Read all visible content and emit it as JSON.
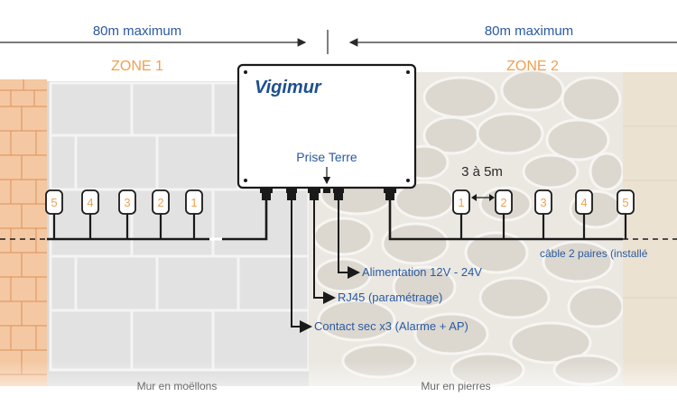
{
  "header": {
    "left_distance": "80m maximum",
    "right_distance": "80m maximum"
  },
  "zones": {
    "zone1": "ZONE 1",
    "zone2": "ZONE 2"
  },
  "box": {
    "brand": "Vigimur",
    "earth_label": "Prise Terre"
  },
  "spacing_label": "3 à 5m",
  "sensors": {
    "left": [
      "5",
      "4",
      "3",
      "2",
      "1"
    ],
    "right": [
      "1",
      "2",
      "3",
      "4",
      "5"
    ]
  },
  "connections": {
    "power": "Alimentation 12V - 24V",
    "rj45": "RJ45 (paramétrage)",
    "contact": "Contact sec x3 (Alarme + AP)"
  },
  "cable_label": "câble 2 paires (installé",
  "walls": {
    "left": "Mur en moëllons",
    "right": "Mur en pierres"
  },
  "colors": {
    "zone_orange": "#f0a050",
    "brand_blue": "#1d4f91",
    "label_blue": "#2a5aa0",
    "brick": "#f4c8a2",
    "brick_line": "#e0a070",
    "block": "#dcdcdc",
    "stone": "#e6e3dc",
    "sand": "#ece2d2"
  }
}
